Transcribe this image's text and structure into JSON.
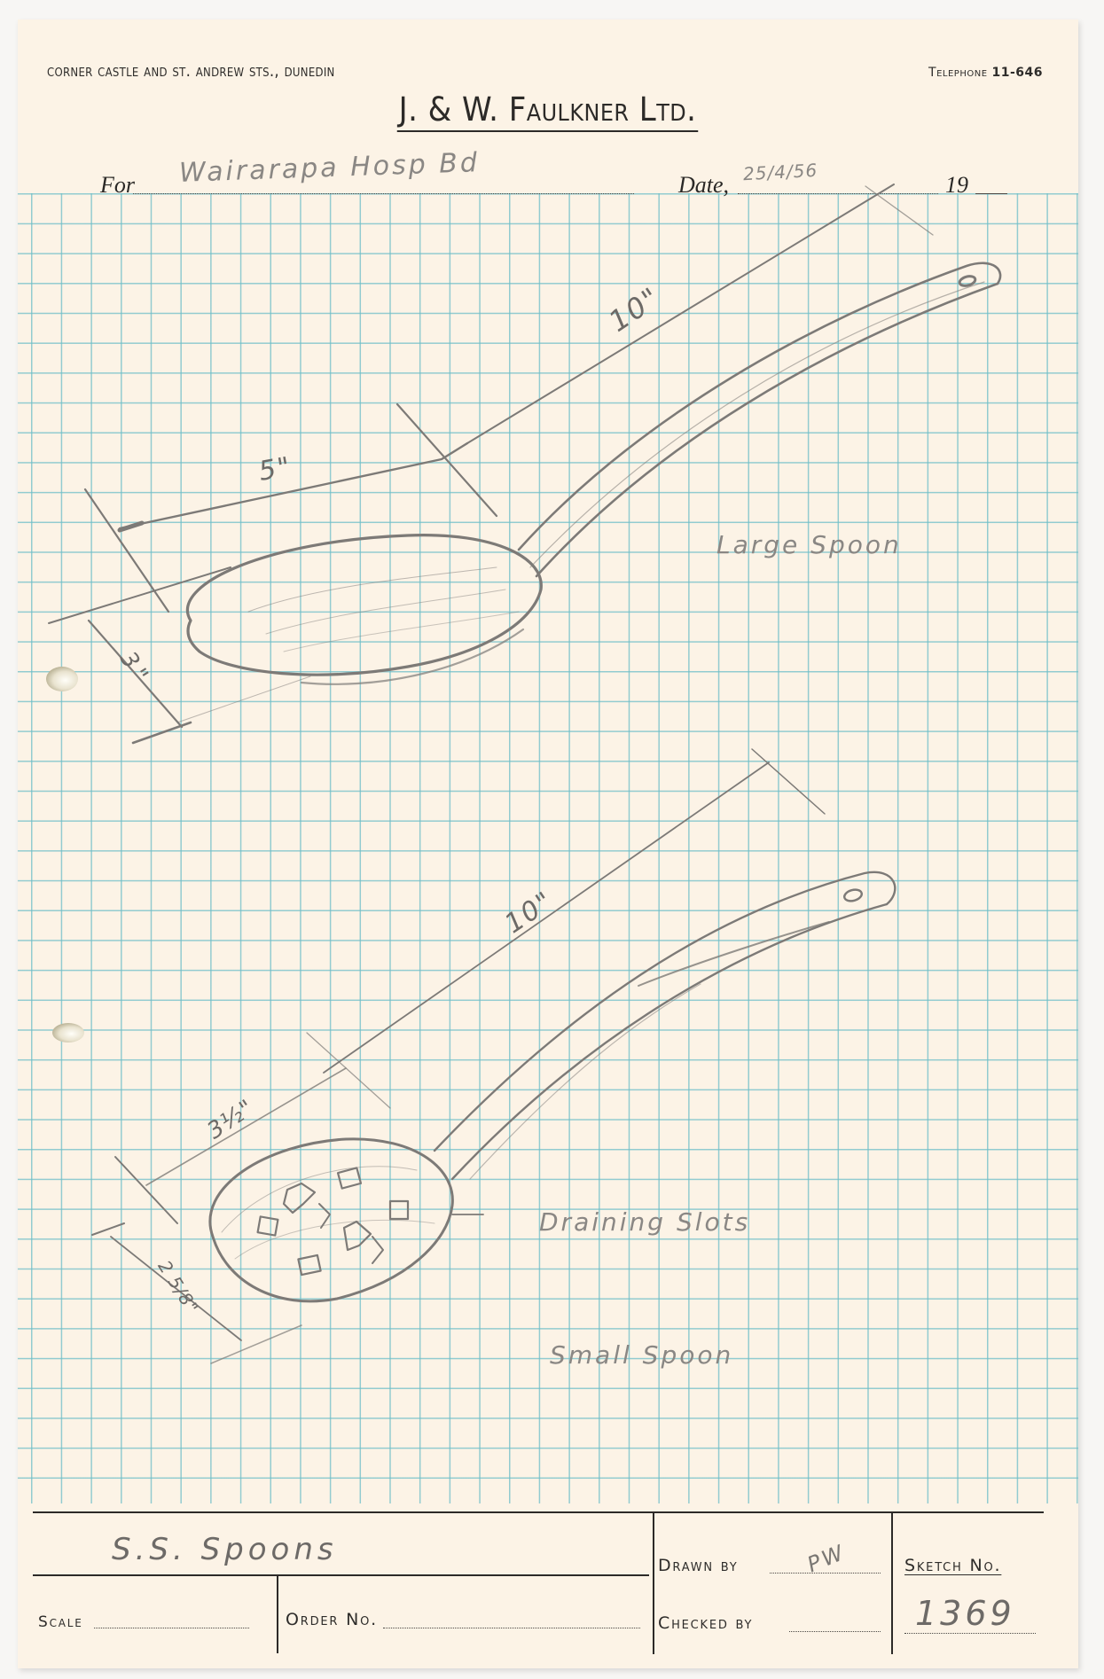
{
  "letterhead": {
    "address": "Corner Castle and St. Andrew Sts., Dunedin",
    "telephone_label": "Telephone",
    "telephone_number": "11-646",
    "company": "J. & W. Faulkner Ltd."
  },
  "form_fields": {
    "for_label": "For",
    "for_value": "Wairarapa Hosp Bd",
    "date_label": "Date,",
    "date_value": "25/4/56",
    "year_label": "19"
  },
  "drawing": {
    "large_spoon": {
      "label": "Large Spoon",
      "dimensions": {
        "overall_length": "10\"",
        "bowl_length": "5\"",
        "bowl_width": "3\""
      }
    },
    "small_spoon": {
      "label": "Small Spoon",
      "feature_label": "Draining Slots",
      "dimensions": {
        "overall_length": "10\"",
        "bowl_length": "3½\"",
        "bowl_width": "2 5/8\""
      }
    }
  },
  "title_block": {
    "title": "S.S. Spoons",
    "scale_label": "Scale",
    "scale_value": "",
    "order_no_label": "Order No.",
    "order_no_value": "",
    "drawn_by_label": "Drawn by",
    "drawn_by_value": "PW",
    "checked_by_label": "Checked by",
    "checked_by_value": "",
    "sketch_no_label": "Sketch No.",
    "sketch_no_value": "1369"
  },
  "colors": {
    "paper": "#fcf3e6",
    "grid": "#6ebec8",
    "ink": "#2c2a28",
    "pencil": "#8a8784"
  }
}
